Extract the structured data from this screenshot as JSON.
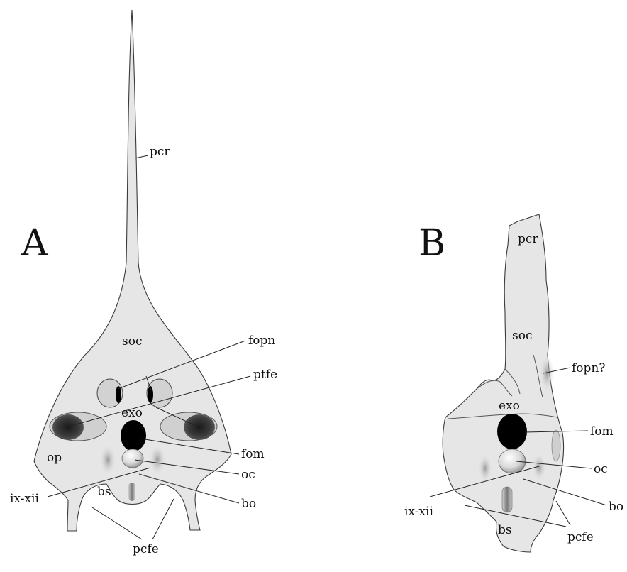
{
  "panels": {
    "a": "A",
    "b": "B"
  },
  "labels_a": {
    "pcr": "pcr",
    "soc": "soc",
    "fopn": "fopn",
    "ptfe": "ptfe",
    "exo": "exo",
    "op": "op",
    "fom": "fom",
    "oc": "oc",
    "ixxii": "ix-xii",
    "bs": "bs",
    "bo": "bo",
    "pcfe": "pcfe"
  },
  "labels_b": {
    "pcr": "pcr",
    "soc": "soc",
    "fopn": "fopn?",
    "exo": "exo",
    "fom": "fom",
    "oc": "oc",
    "ixxii": "ix-xii",
    "bs": "bs",
    "bo": "bo",
    "pcfe": "pcfe"
  }
}
